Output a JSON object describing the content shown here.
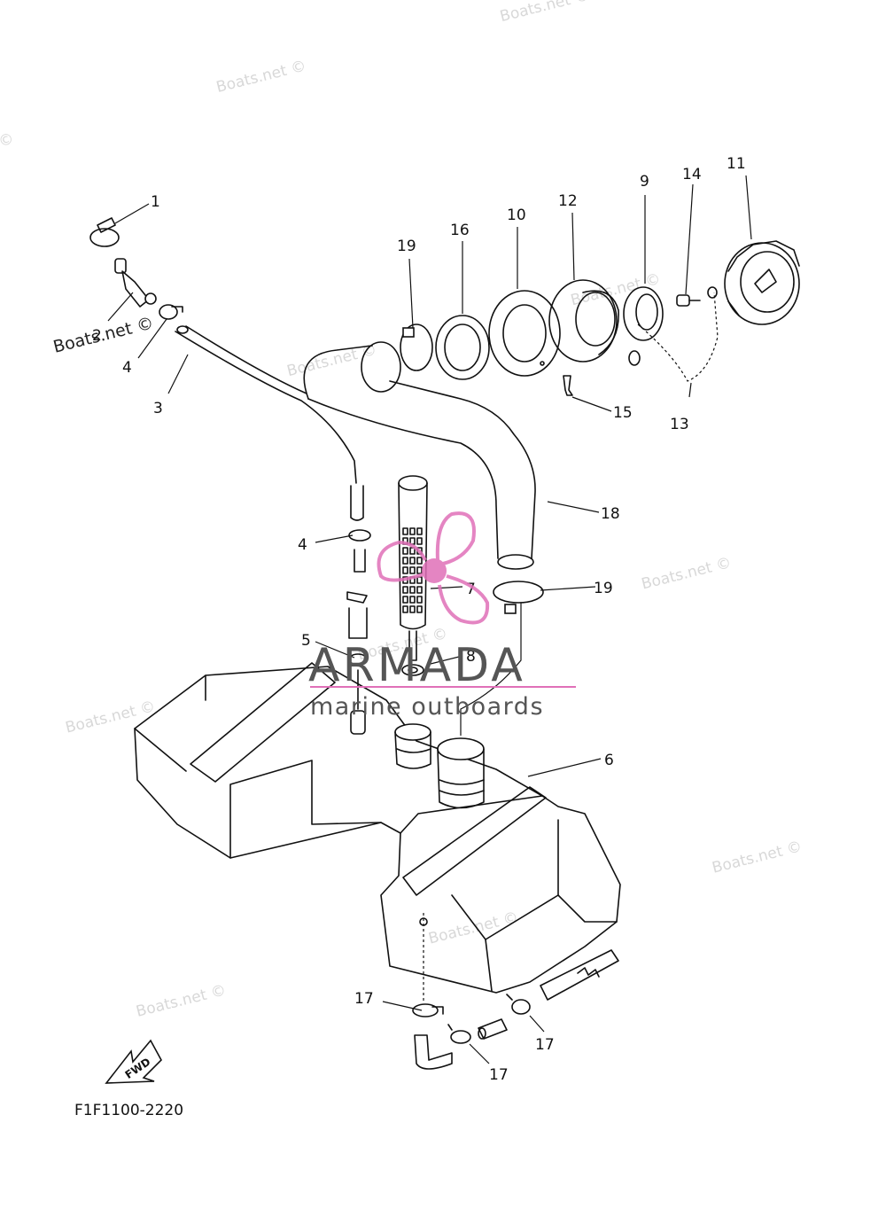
{
  "diagram": {
    "drawing_code": "F1F1100-2220",
    "fwd_label": "FWD",
    "callouts": [
      {
        "id": "1",
        "text": "1"
      },
      {
        "id": "2",
        "text": "2"
      },
      {
        "id": "3",
        "text": "3"
      },
      {
        "id": "4a",
        "text": "4"
      },
      {
        "id": "4b",
        "text": "4"
      },
      {
        "id": "5",
        "text": "5"
      },
      {
        "id": "6",
        "text": "6"
      },
      {
        "id": "7",
        "text": "7"
      },
      {
        "id": "8",
        "text": "8"
      },
      {
        "id": "9",
        "text": "9"
      },
      {
        "id": "10",
        "text": "10"
      },
      {
        "id": "11",
        "text": "11"
      },
      {
        "id": "12",
        "text": "12"
      },
      {
        "id": "13",
        "text": "13"
      },
      {
        "id": "14",
        "text": "14"
      },
      {
        "id": "15",
        "text": "15"
      },
      {
        "id": "16",
        "text": "16"
      },
      {
        "id": "17a",
        "text": "17"
      },
      {
        "id": "17b",
        "text": "17"
      },
      {
        "id": "17c",
        "text": "17"
      },
      {
        "id": "18",
        "text": "18"
      },
      {
        "id": "19a",
        "text": "19"
      },
      {
        "id": "19b",
        "text": "19"
      }
    ]
  },
  "watermark": {
    "text": "Boats.net ©",
    "brand_name": "ARMADA",
    "brand_tagline": "marine outboards",
    "brand_color": "#e070b8"
  }
}
